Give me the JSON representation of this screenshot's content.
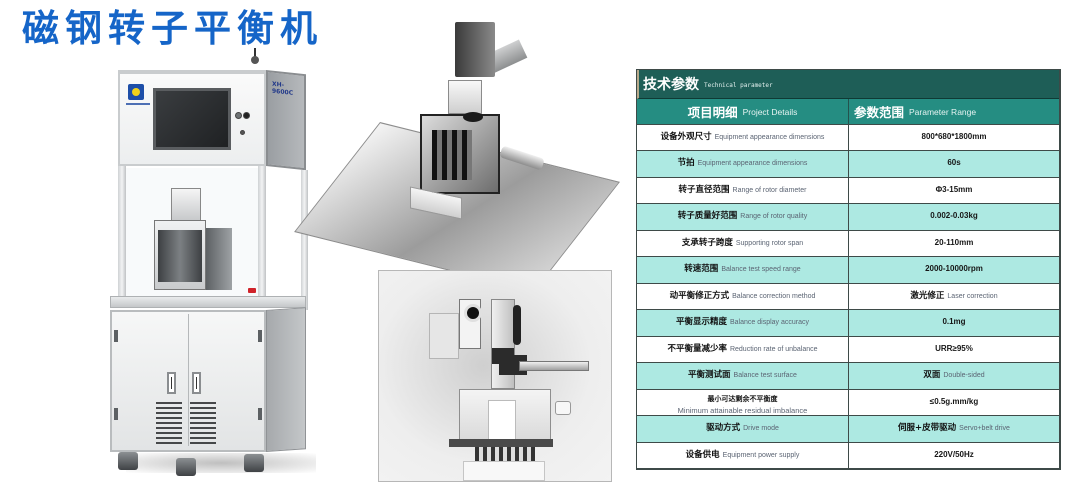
{
  "page": {
    "title": "磁钢转子平衡机",
    "title_color": "#1565c8"
  },
  "machine": {
    "model_label": "XH-9600C",
    "indicator_colors": {
      "emergency_stop": "#d0232a",
      "logo_blue": "#1e4fa8",
      "logo_yellow": "#f2d21b"
    }
  },
  "spec_table": {
    "title_cn": "技术参数",
    "title_en": "Technical parameter",
    "colors": {
      "title_bg": "#1e5e57",
      "header_bg": "#258d82",
      "alt_row_bg": "#ade9e2"
    },
    "headers": [
      {
        "cn": "项目明细",
        "en": "Project Details"
      },
      {
        "cn": "参数范围",
        "en": "Parameter Range"
      }
    ],
    "rows": [
      {
        "item_cn": "设备外观尺寸",
        "item_en": "Equipment appearance dimensions",
        "value_cn": "800*680*1800mm",
        "value_en": ""
      },
      {
        "item_cn": "节拍",
        "item_en": "Equipment appearance dimensions",
        "value_cn": "60s",
        "value_en": ""
      },
      {
        "item_cn": "转子直径范围",
        "item_en": "Range of rotor diameter",
        "value_cn": "Φ3-15mm",
        "value_en": ""
      },
      {
        "item_cn": "转子质量好范围",
        "item_en": "Range of rotor quality",
        "value_cn": "0.002-0.03kg",
        "value_en": ""
      },
      {
        "item_cn": "支承转子跨度",
        "item_en": "Supporting rotor span",
        "value_cn": "20-110mm",
        "value_en": ""
      },
      {
        "item_cn": "转速范围",
        "item_en": "Balance test speed range",
        "value_cn": "2000-10000rpm",
        "value_en": ""
      },
      {
        "item_cn": "动平衡修正方式",
        "item_en": "Balance correction method",
        "value_cn": "激光修正",
        "value_en": "Laser correction"
      },
      {
        "item_cn": "平衡显示精度",
        "item_en": "Balance display accuracy",
        "value_cn": "0.1mg",
        "value_en": ""
      },
      {
        "item_cn": "不平衡量减少率",
        "item_en": "Reduction rate of unbalance",
        "value_cn": "URR≥95%",
        "value_en": ""
      },
      {
        "item_cn": "平衡测试面",
        "item_en": "Balance test surface",
        "value_cn": "双面",
        "value_en": "Double-sided"
      },
      {
        "item_cn": "最小可达剩余不平衡度",
        "item_en": "Minimum attainable residual imbalance",
        "value_cn": "≤0.5g.mm/kg",
        "value_en": ""
      },
      {
        "item_cn": "驱动方式",
        "item_en": "Drive mode",
        "value_cn": "伺服+皮带驱动",
        "value_en": "Servo+belt drive"
      },
      {
        "item_cn": "设备供电",
        "item_en": "Equipment power supply",
        "value_cn": "220V/50Hz",
        "value_en": ""
      }
    ]
  }
}
